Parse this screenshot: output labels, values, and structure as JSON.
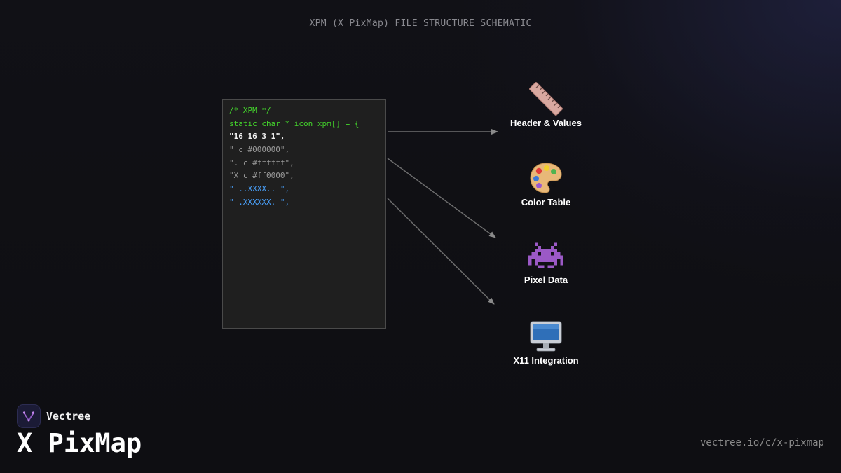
{
  "header": {
    "title": "XPM (X PixMap) FILE STRUCTURE SCHEMATIC"
  },
  "code": {
    "lines": [
      {
        "text": "/* XPM */",
        "kind": "comment"
      },
      {
        "text": "static char * icon_xpm[] = {",
        "kind": "decl"
      },
      {
        "text": "\"16 16 3 1\",",
        "kind": "header"
      },
      {
        "text": "\" c #000000\",",
        "kind": "color"
      },
      {
        "text": "\". c #ffffff\",",
        "kind": "color"
      },
      {
        "text": "\"X c #ff0000\",",
        "kind": "color"
      },
      {
        "text": "\" ..XXXX.. \",",
        "kind": "pixel"
      },
      {
        "text": "\" .XXXXXX. \",",
        "kind": "pixel"
      }
    ]
  },
  "nodes": [
    {
      "label": "Header & Values",
      "icon": "ruler-icon"
    },
    {
      "label": "Color Table",
      "icon": "palette-icon"
    },
    {
      "label": "Pixel Data",
      "icon": "space-invader-icon"
    },
    {
      "label": "X11 Integration",
      "icon": "desktop-computer-icon"
    }
  ],
  "brand": {
    "name": "Vectree",
    "icon": "vectree-logo-icon"
  },
  "footer": {
    "title": "X PixMap",
    "url": "vectree.io/c/x-pixmap"
  },
  "colors": {
    "background": "#0f0f13",
    "comment": "#44d62c",
    "header_line": "#f2f2f2",
    "color_line": "#9a9a9a",
    "pixel_line": "#4aa3ff",
    "arrow": "#7a7a7a"
  }
}
